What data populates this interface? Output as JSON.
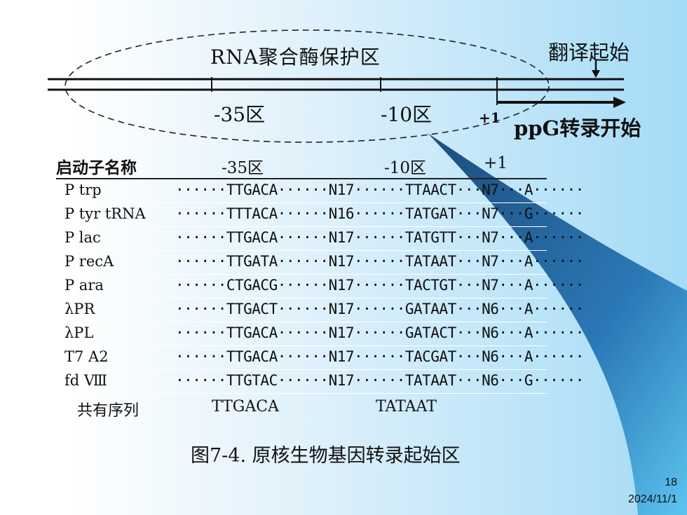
{
  "diagram": {
    "oval_title": "RNA聚合酶保护区",
    "translation_start": "翻译起始",
    "label_minus35": "-35区",
    "label_minus10": "-10区",
    "label_plus1": "+1",
    "ppg_start": "ppG转录开始"
  },
  "table": {
    "headers": [
      "启动子名称",
      "-35区",
      "-10区",
      "+1"
    ],
    "rows": [
      {
        "name": "P trp",
        "seq": "······TTGACA······N17······TTAACT···N7···A······"
      },
      {
        "name": "P tyr tRNA",
        "seq": "······TTTACA······N16······TATGAT···N7···G······"
      },
      {
        "name": "P lac",
        "seq": "······TTGACA······N17······TATGTT···N7···A······"
      },
      {
        "name": "P recA",
        "seq": "······TTGATA······N17······TATAAT···N7···A······"
      },
      {
        "name": "P ara",
        "seq": "······CTGACG······N17······TACTGT···N7···A······"
      },
      {
        "name": "λPR",
        "seq": "······TTGACT······N17······GATAAT···N6···A······"
      },
      {
        "name": "λPL",
        "seq": "······TTGACA······N17······GATACT···N6···A······"
      },
      {
        "name": "T7 A2",
        "seq": "······TTGACA······N17······TACGAT···N6···A······"
      },
      {
        "name": "fd Ⅷ",
        "seq": "······TTGTAC······N17······TATAAT···N6···G······"
      }
    ],
    "consensus": {
      "label": "共有序列",
      "m35": "TTGACA",
      "m10": "TATAAT"
    }
  },
  "caption": "图7-4. 原核生物基因转录起始区",
  "footer": {
    "page_number": "18",
    "date": "2024/11/1"
  },
  "colors": {
    "accent_blue": "#2d6fa8",
    "background_light": "#d9eff9"
  }
}
